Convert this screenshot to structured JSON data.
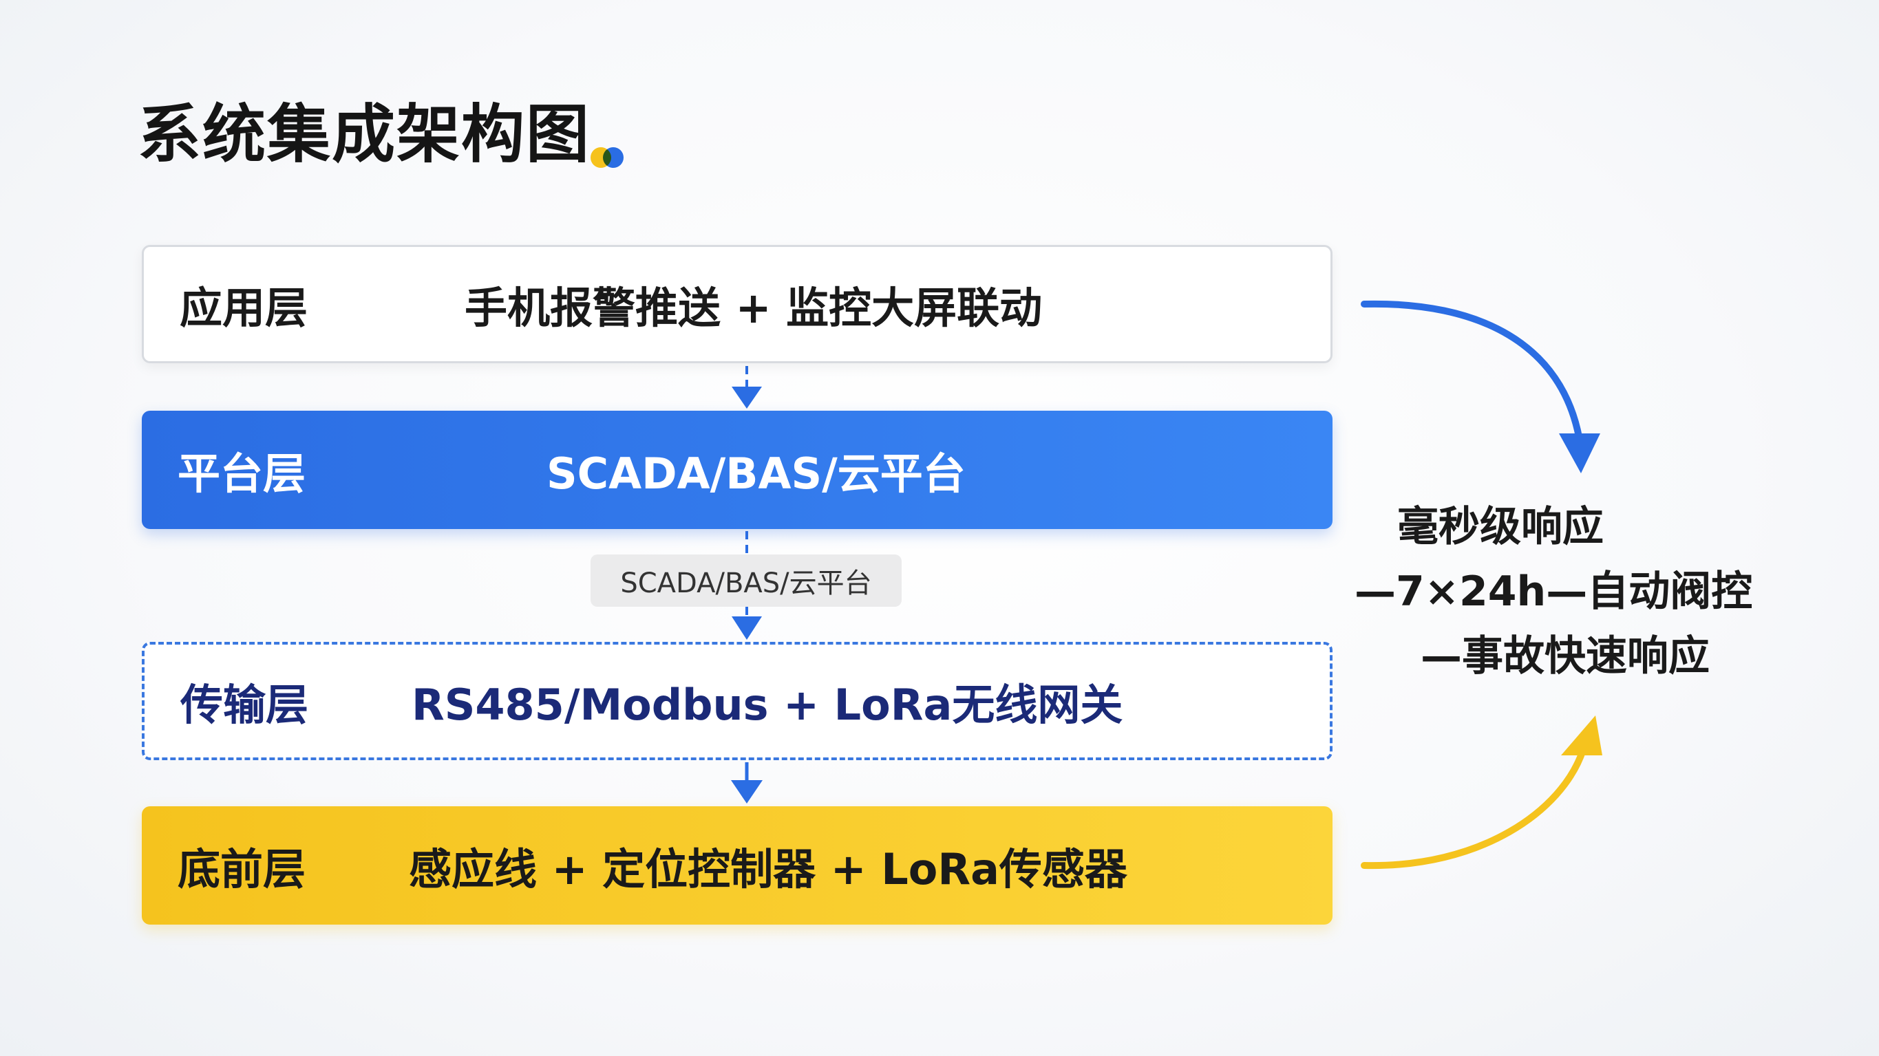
{
  "title": "系统集成架构图",
  "layers": [
    {
      "name": "应用层",
      "description": "手机报警推送 + 监控大屏联动"
    },
    {
      "name": "平台层",
      "description": "SCADA/BAS/云平台"
    },
    {
      "name": "传输层",
      "description": "RS485/Modbus + LoRa无线网关"
    },
    {
      "name": "底前层",
      "description": "感应线 + 定位控制器 + LoRa传感器"
    }
  ],
  "connector_label": "SCADA/BAS/云平台",
  "response_notes": [
    "毫秒级响应",
    "—7×24h—自动阀控",
    "—事故快速响应"
  ],
  "colors": {
    "primary_blue": "#2b6de3",
    "accent_yellow": "#f5c31e",
    "transport_text": "#1b2a78"
  }
}
